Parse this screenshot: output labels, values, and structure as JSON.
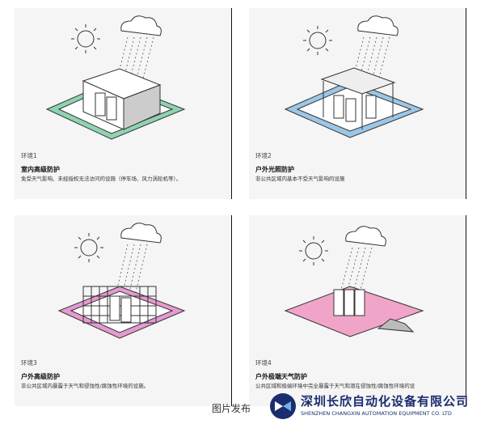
{
  "cards": [
    {
      "env": "环境1",
      "title": "室内高级防护",
      "desc": "免受天气影响、未经授权无法访问的设施（停车场、风力涡轮机等）。",
      "pad_color": "#8fd3b0"
    },
    {
      "env": "环境2",
      "title": "户外光照防护",
      "desc": "非公共区域内基本不受天气影响的设施",
      "pad_color": "#9cc6e6"
    },
    {
      "env": "环境3",
      "title": "户外高级防护",
      "desc": "非公共区域内暴露于天气和侵蚀性/腐蚀性环境的设施。",
      "pad_color": "#e59ad3"
    },
    {
      "env": "环境4",
      "title": "户外极端天气防护",
      "desc": "公共区域和极端环境中完全暴露于天气和潜在侵蚀性/腐蚀性环境的设",
      "pad_color": "#f0a5c8"
    }
  ],
  "footer": {
    "credit": "图片发布",
    "company_cn": "深圳长欣自动化设备有限公司",
    "company_en": "SHENZHEN CHANGXIN AUTOMATION EQUIPMENT CO. LTD"
  }
}
